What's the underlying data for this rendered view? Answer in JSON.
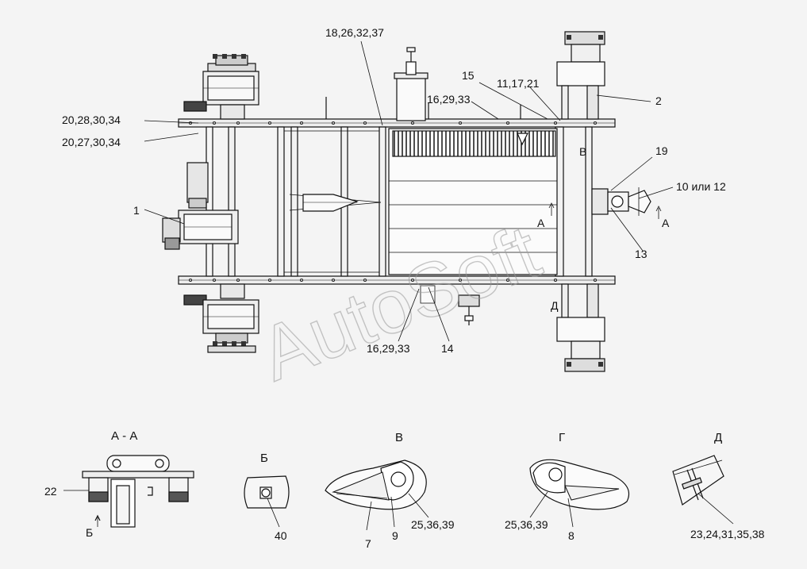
{
  "watermark": "AutoSoft",
  "callouts": {
    "c1": "18,26,32,37",
    "c2": "15",
    "c3": "11,17,21",
    "c4": "2",
    "c5": "16,29,33",
    "c6": "20,28,30,34",
    "c7": "20,27,30,34",
    "c8": "19",
    "c9": "В",
    "c10": "10 или 12",
    "c11": "1",
    "c12": "А",
    "c13": "А",
    "c14": "13",
    "c15": "Д",
    "c16": "16,29,33",
    "c17": "14"
  },
  "views": {
    "aa": {
      "title": "А - А",
      "label_22": "22",
      "label_b": "Б"
    },
    "b": {
      "title": "Б",
      "label_40": "40"
    },
    "v": {
      "title": "В",
      "label_7": "7",
      "label_9": "9",
      "label_25": "25,36,39"
    },
    "g": {
      "title": "Г",
      "label_25": "25,36,39",
      "label_8": "8"
    },
    "d": {
      "title": "Д",
      "label_23": "23,24,31,35,38"
    }
  }
}
